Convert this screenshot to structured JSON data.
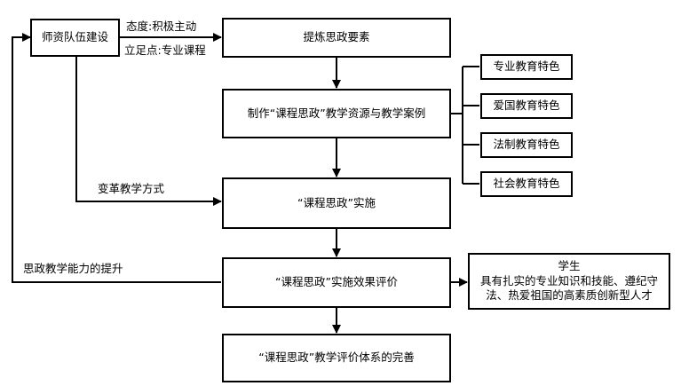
{
  "nodes": {
    "teachers": "师资队伍建设",
    "extract": "提炼思政要素",
    "produce": "制作“课程思政”教学资源与教学案例",
    "implement": "“课程思政”实施",
    "evaluate": "“课程思政”实施效果评价",
    "perfect": "“课程思政”教学评价体系的完善",
    "feature_1": "专业教育特色",
    "feature_2": "爱国教育特色",
    "feature_3": "法制教育特色",
    "feature_4": "社会教育特色",
    "student_title": "学生",
    "student_desc": "具有扎实的专业知识和技能、遵纪守法、热爱祖国的高素质创新型人才"
  },
  "edge_labels": {
    "attitude": "态度:积极主动",
    "standpoint": "立足点:专业课程",
    "reform": "变革教学方式",
    "ability": "思政教学能力的提升"
  }
}
